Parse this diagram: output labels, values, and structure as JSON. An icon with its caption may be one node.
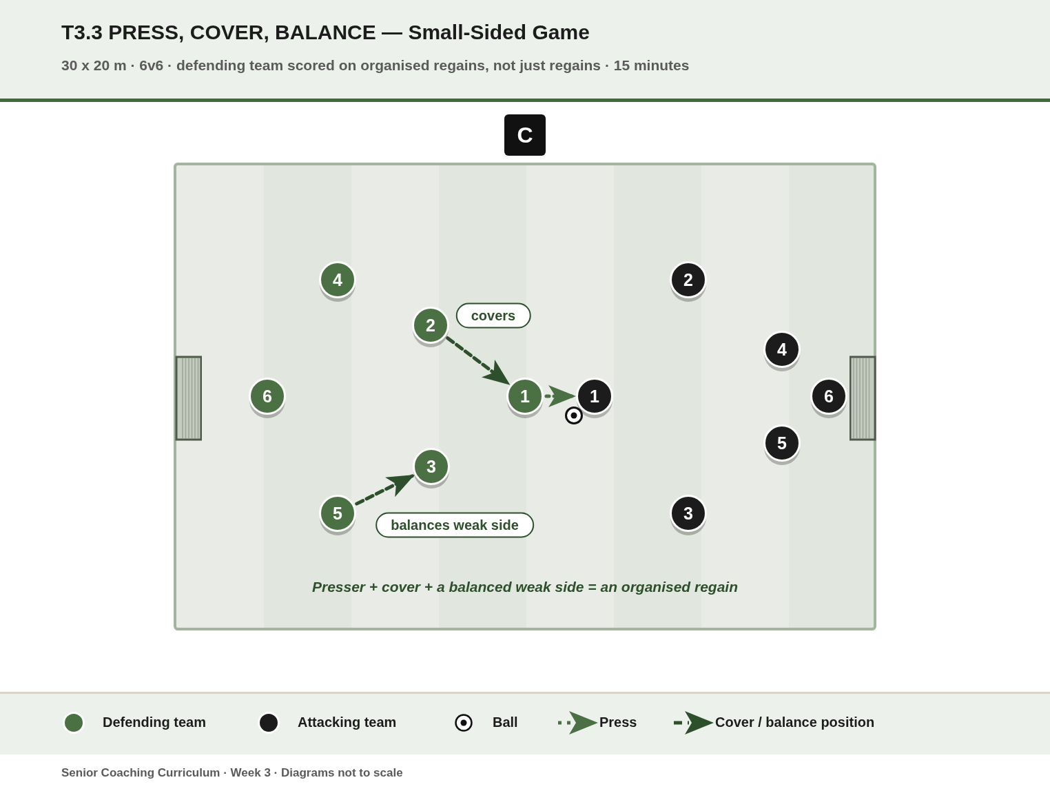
{
  "diagram": {
    "title": "T3.3 PRESS, COVER, BALANCE — Small-Sided Game",
    "nodes": [
      {
        "text": [
          "C"
        ]
      },
      {
        "text": [
          "Presser + cover + a balanced weak side = an organised regain"
        ]
      },
      {
        "text": [
          "4"
        ],
        "in": 1
      },
      {
        "text": [
          "2"
        ],
        "in": 1
      },
      {
        "text": [
          "2"
        ],
        "in": 1
      },
      {
        "text": [
          "4"
        ],
        "in": 1
      },
      {
        "text": [
          "6"
        ],
        "in": 1
      },
      {
        "text": [
          "1"
        ],
        "in": 1
      },
      {
        "text": [
          "1"
        ],
        "in": 1
      },
      {
        "text": [
          "6"
        ],
        "in": 1
      },
      {
        "text": [
          "3"
        ],
        "in": 1
      },
      {
        "text": [
          "5"
        ],
        "in": 1
      },
      {
        "text": [
          "5"
        ],
        "in": 1
      },
      {
        "text": [
          "3"
        ],
        "in": 1
      }
    ],
    "edges": [
      {
        "from": 7,
        "to": 8,
        "arrow": "to",
        "style": "dashed",
        "color": "#4a7043"
      },
      {
        "from": 4,
        "to": 7,
        "arrow": "to",
        "style": "dashed",
        "label": "covers"
      },
      {
        "from": 12,
        "to": 10,
        "arrow": "to",
        "style": "dashed",
        "label": "balances weak side"
      }
    ],
    "labels": [
      "30 x 20 m · 6v6 · defending team scored on organised regains, not just regains · 15 minutes",
      "Senior Coaching Curriculum · Week 3 · Diagrams not to scale"
    ],
    "legend": [
      {
        "text": "Defending team",
        "color": "#4a7043"
      },
      {
        "text": "Attacking team",
        "color": "#1c1c1c"
      },
      {
        "text": "Ball"
      },
      {
        "text": "Press"
      },
      {
        "text": "Cover / balance position"
      }
    ]
  }
}
